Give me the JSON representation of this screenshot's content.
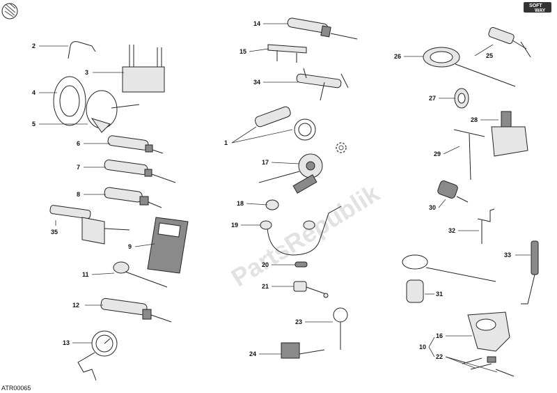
{
  "drawing_code": "ATR00065",
  "watermark": "PartsRepublik",
  "logo": {
    "line1": "SOFT",
    "line2": "WAY"
  },
  "callouts": [
    "1",
    "2",
    "3",
    "4",
    "5",
    "6",
    "7",
    "8",
    "9",
    "10",
    "11",
    "12",
    "13",
    "14",
    "15",
    "16",
    "17",
    "18",
    "19",
    "20",
    "21",
    "22",
    "23",
    "24",
    "25",
    "26",
    "27",
    "28",
    "29",
    "30",
    "31",
    "32",
    "33",
    "34",
    "35"
  ]
}
